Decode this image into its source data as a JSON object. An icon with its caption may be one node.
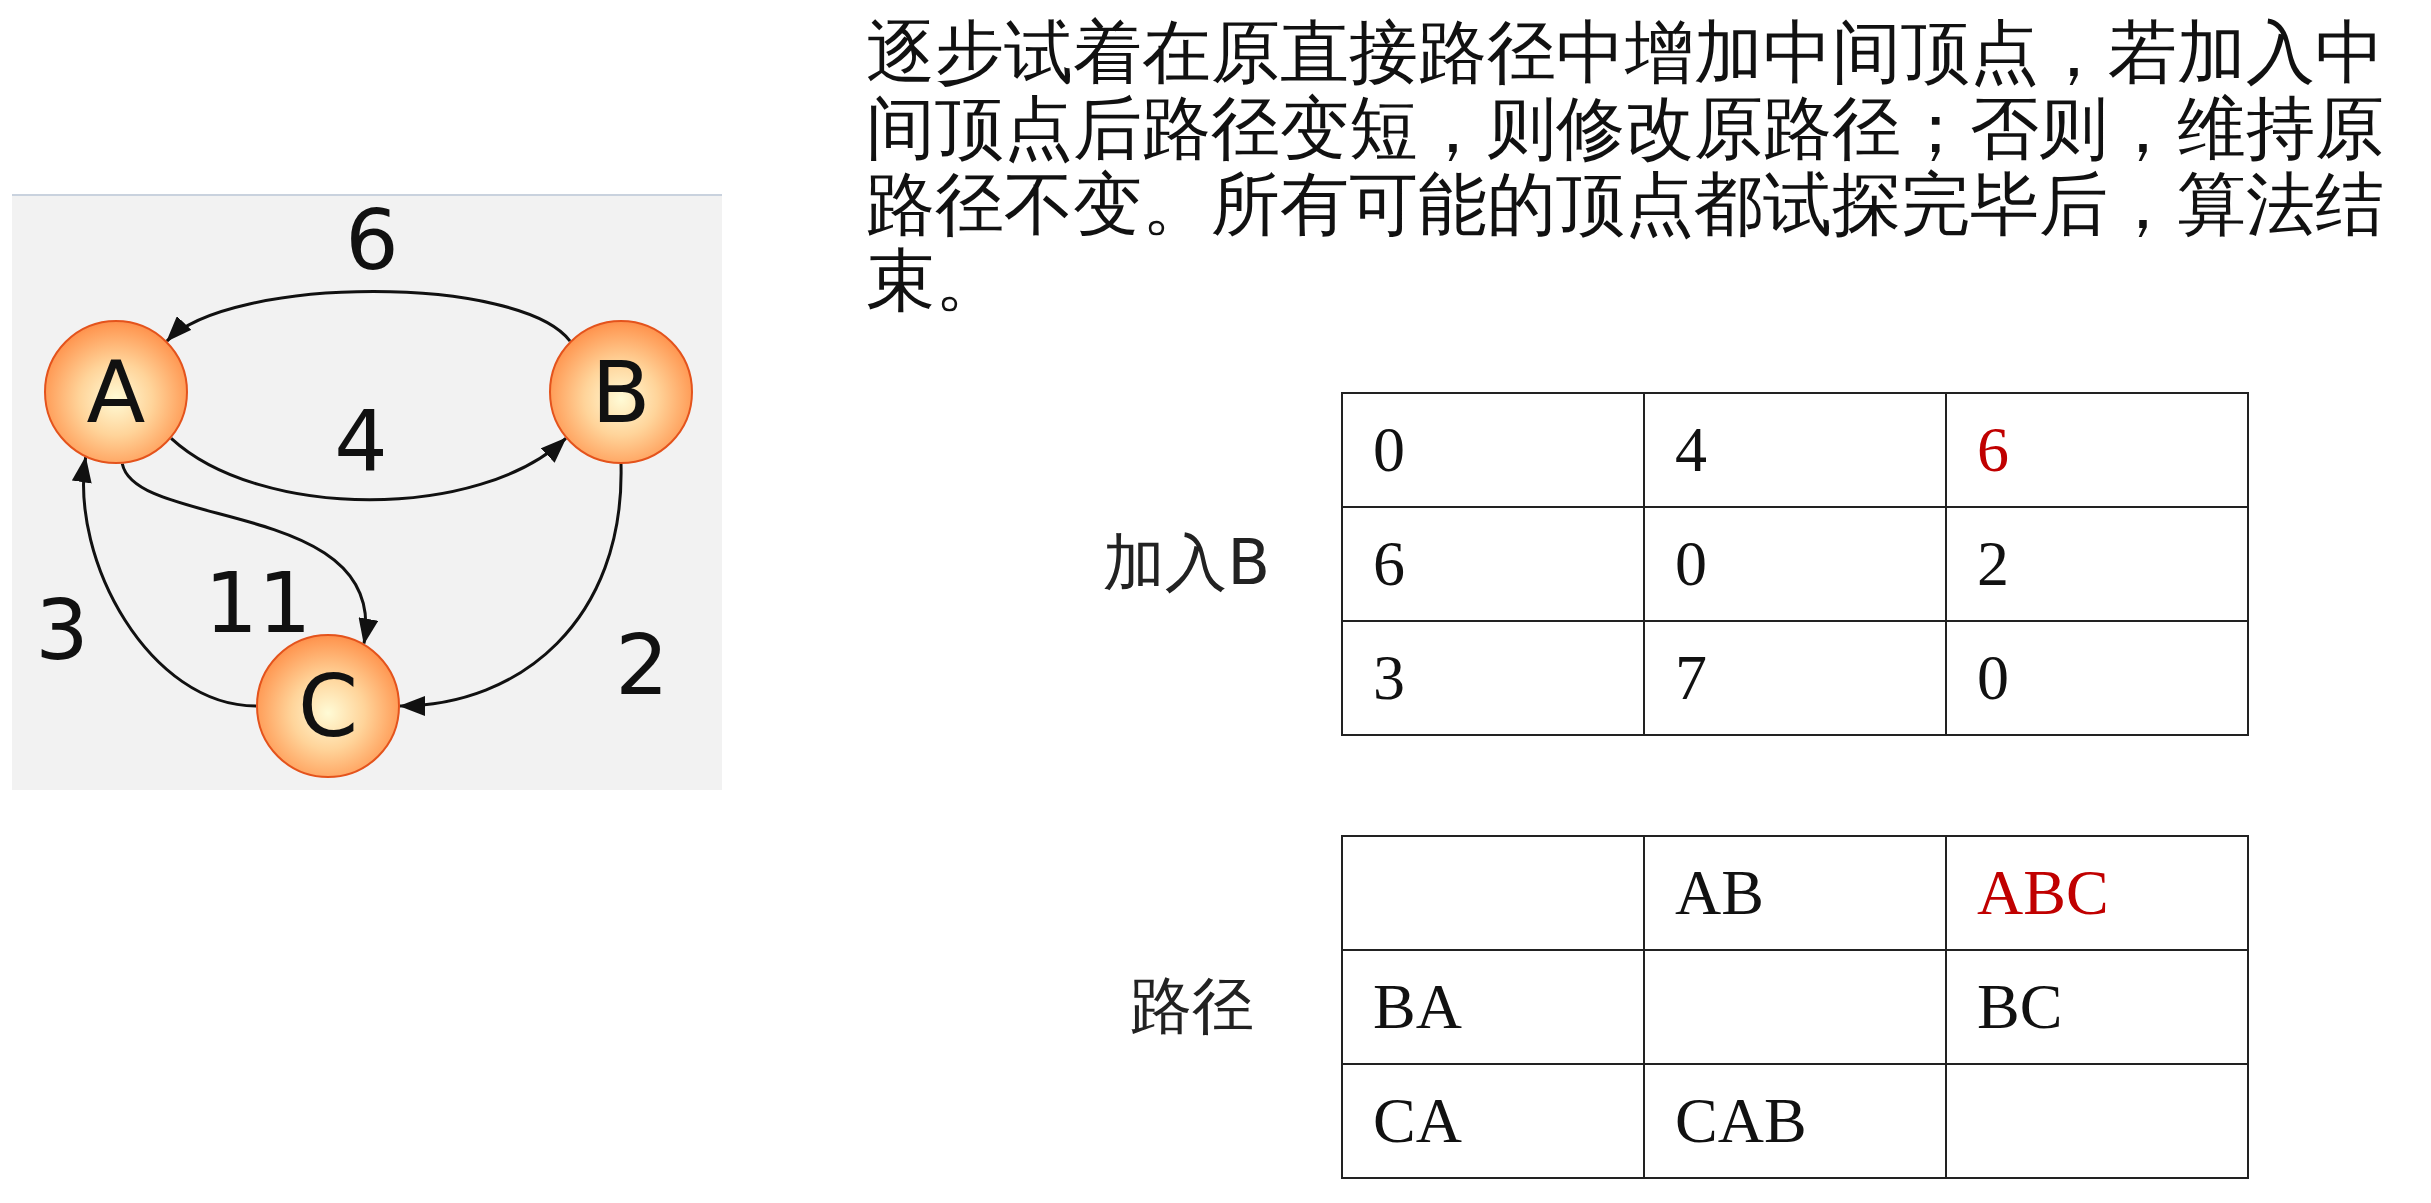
{
  "diagram": {
    "nodes": [
      {
        "text": [
          "A"
        ]
      },
      {
        "text": [
          "B"
        ]
      },
      {
        "text": [
          "C"
        ]
      }
    ],
    "edges": [
      {
        "from": 1,
        "to": 0,
        "arrow": "to",
        "label": "6"
      },
      {
        "from": 0,
        "to": 1,
        "arrow": "to",
        "label": "4"
      },
      {
        "from": 0,
        "to": 2,
        "arrow": "to",
        "label": "11"
      },
      {
        "from": 2,
        "to": 0,
        "arrow": "to",
        "label": "3"
      },
      {
        "from": 1,
        "to": 2,
        "arrow": "to",
        "label": "2"
      }
    ],
    "labels": [
      "逐步试着在原直接路径中增加中间顶点，若加入中间顶点后路径变短，则修改原路径；否则，维持原路径不变。所有可能的顶点都试探完毕后，算法结束。",
      "加入B",
      "0",
      "4",
      "6",
      "6",
      "0",
      "2",
      "3",
      "7",
      "0",
      "路径",
      "AB",
      "ABC",
      "BA",
      "BC",
      "CA",
      "CAB"
    ]
  }
}
